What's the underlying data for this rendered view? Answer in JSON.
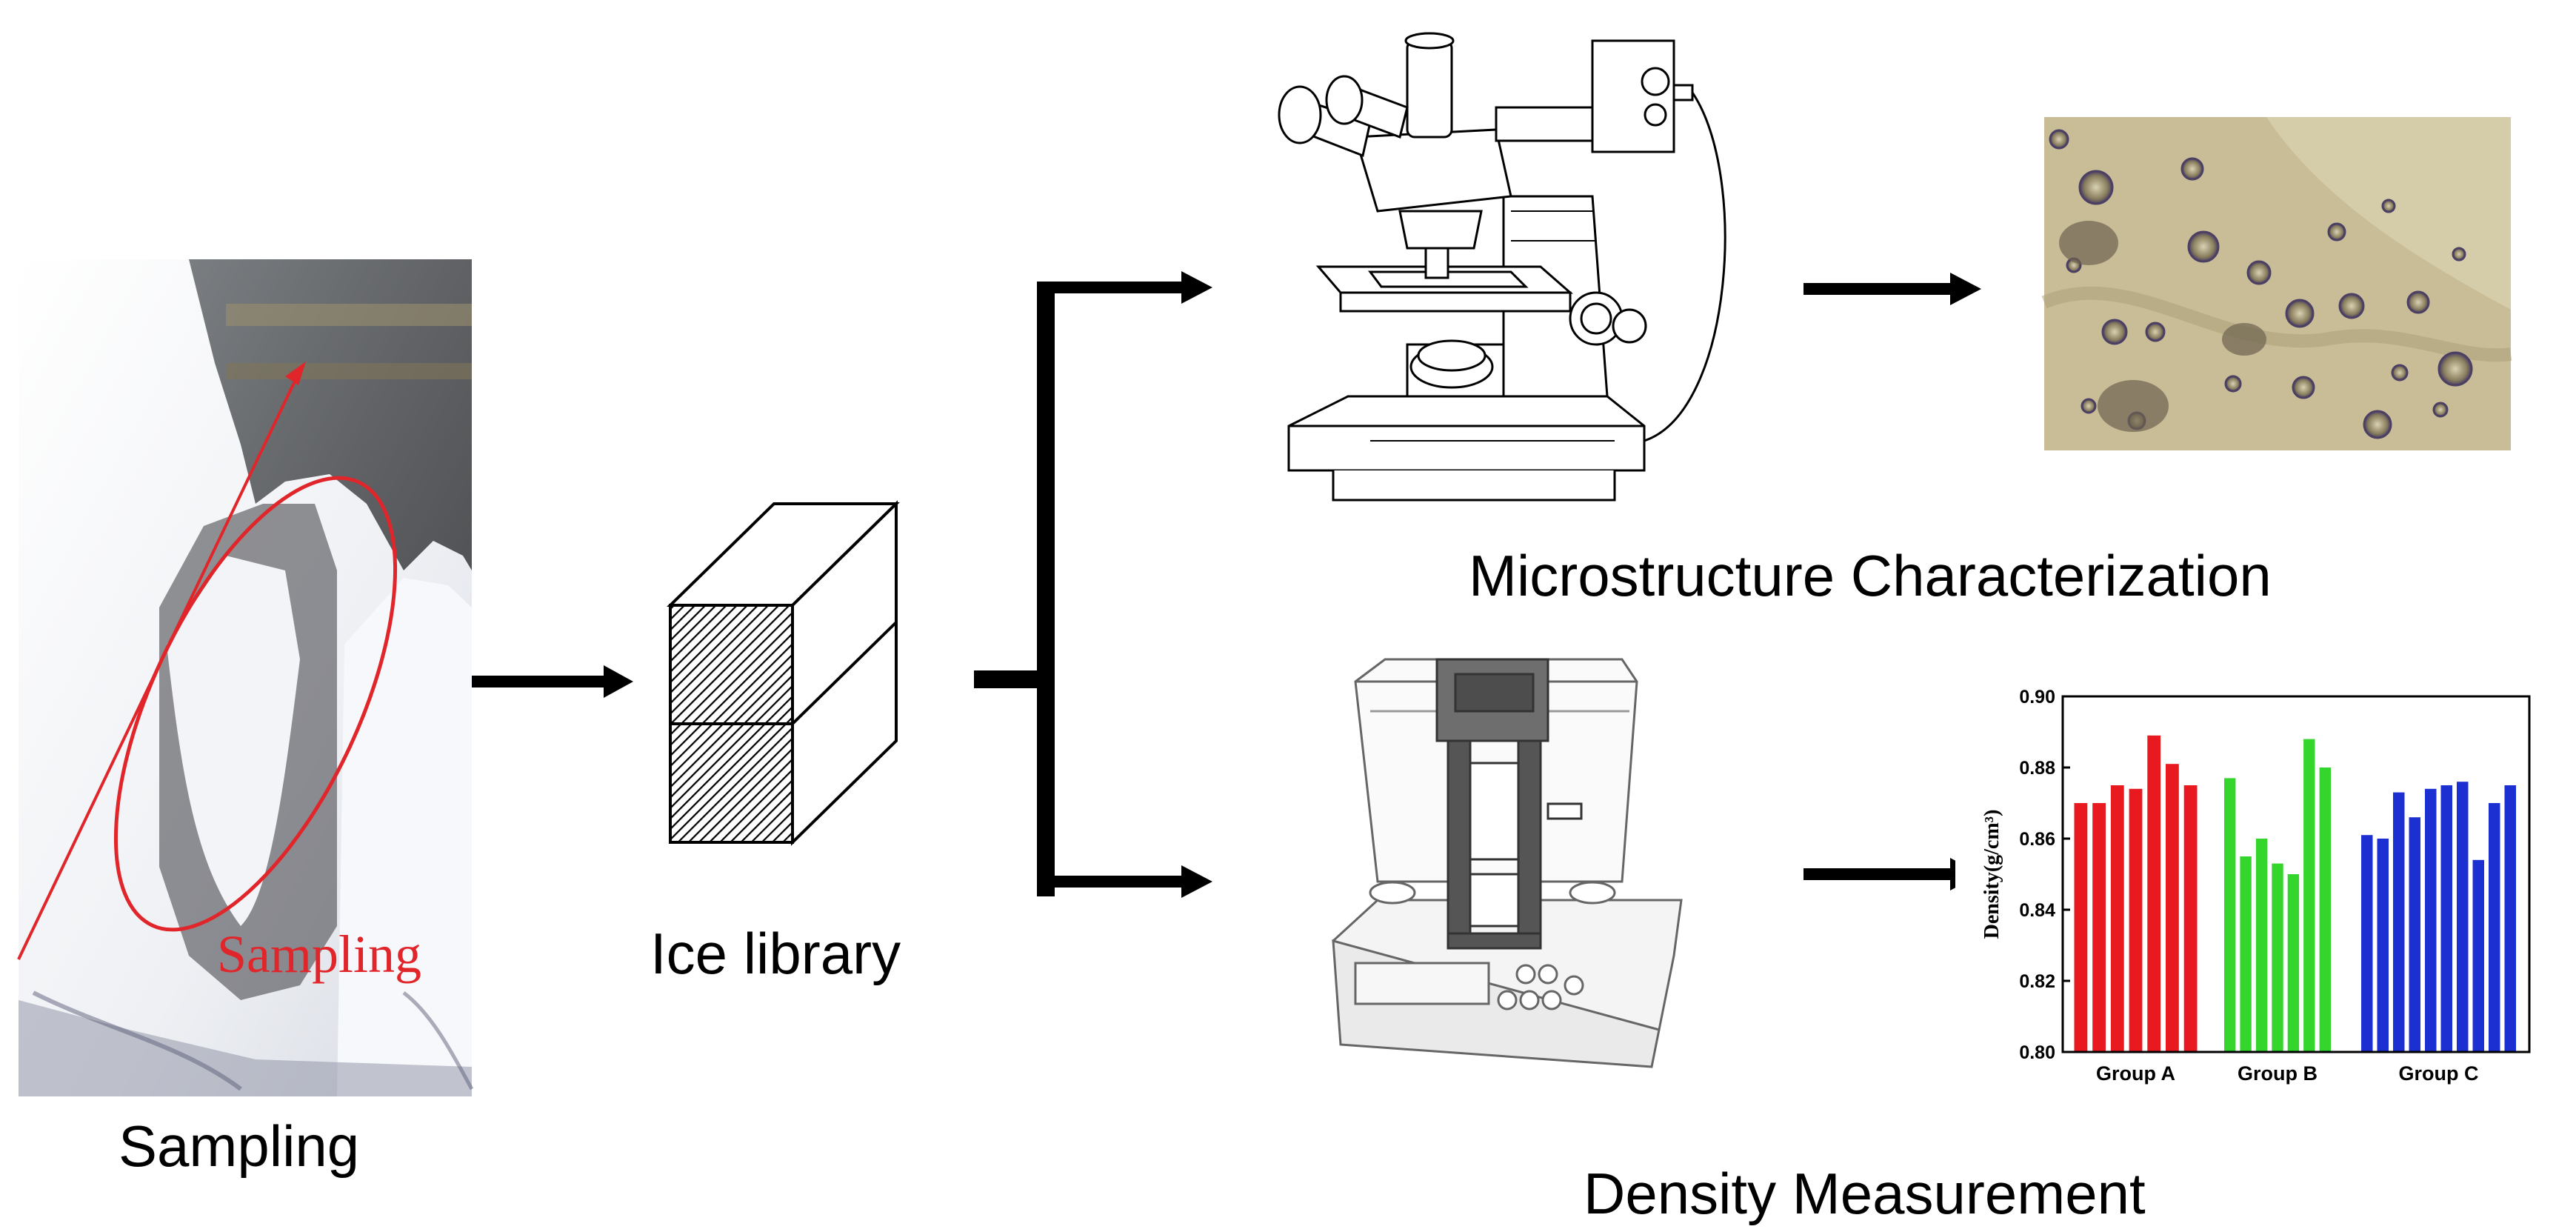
{
  "labels": {
    "sampling_caption": "Sampling",
    "sampling_photo_text": "Sampling",
    "ice_library": "Ice library",
    "microstructure": "Microstructure Characterization",
    "density": "Density Measurement"
  },
  "colors": {
    "arrow": "#000000",
    "sampling_annotation": "#e0262a",
    "group_a": "#e8191f",
    "group_b": "#34d62e",
    "group_c": "#1c2fd0"
  },
  "chart_data": {
    "type": "bar",
    "ylabel": "Density(g/cm³)",
    "ylim": [
      0.8,
      0.9
    ],
    "yticks": [
      "0.80",
      "0.82",
      "0.84",
      "0.86",
      "0.88",
      "0.90"
    ],
    "grid": false,
    "categories": [
      "Group A",
      "Group B",
      "Group C"
    ],
    "series": [
      {
        "values": [
          0.87,
          0.87,
          0.875,
          0.874,
          0.889,
          0.881,
          0.875
        ]
      },
      {
        "values": [
          0.877,
          0.855,
          0.86,
          0.853,
          0.85,
          0.888,
          0.88
        ]
      },
      {
        "values": [
          0.861,
          0.86,
          0.873,
          0.866,
          0.874,
          0.875,
          0.876,
          0.854,
          0.87,
          0.875
        ]
      }
    ]
  }
}
